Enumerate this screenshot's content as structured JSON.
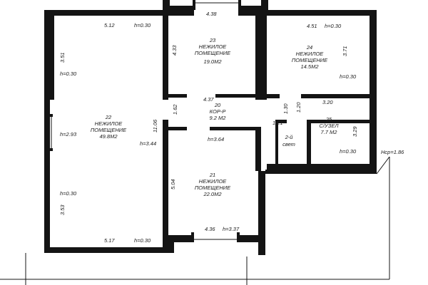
{
  "rooms": [
    {
      "number": "22",
      "name_1": "НЕЖИЛОЕ",
      "name_2": "ПОМЕЩЕНИЕ",
      "area": "49.8М2"
    },
    {
      "number": "23",
      "name_1": "НЕЖИЛОЕ",
      "name_2": "ПОМЕЩЕНИЕ",
      "area": "19.0М2"
    },
    {
      "number": "24",
      "name_1": "НЕЖИЛОЕ",
      "name_2": "ПОМЕЩЕНИЕ",
      "area": "14.5М2"
    },
    {
      "number": "20",
      "name_1": "КОР-Р",
      "area": "9.2 М2"
    },
    {
      "number": "25",
      "name_1": "С/УЗЕЛ",
      "area": "7.7 М2"
    },
    {
      "number": "21",
      "name_1": "НЕЖИЛОЕ",
      "name_2": "ПОМЕЩЕНИЕ",
      "area": "22.0М2"
    }
  ],
  "stair_label": {
    "line_1": "2-й",
    "line_2": "свет"
  },
  "dimensions": {
    "r22_top": "5.12",
    "r22_h_top": "h=0.30",
    "r22_left_top": "3.51",
    "r22_h_left": "h=0.30",
    "r22_h_window": "h=2.93",
    "r22_right": "11.06",
    "r22_h_right": "h=3.44",
    "r22_h_bottom_left": "h=0.30",
    "r22_left_bottom": "3.53",
    "r22_bottom": "5.17",
    "r22_h_bottom": "h=0.30",
    "r23_top": "4.38",
    "r23_left": "4.33",
    "r24_top": "4.51",
    "r24_h_top": "h=0.30",
    "r24_right": "3.71",
    "r24_h_right": "h=0.30",
    "cor_top": "4.37",
    "cor_left": "1.62",
    "cor_h": "h=3.64",
    "v_130": "1.30",
    "v_120": "1.20",
    "r25_top": "3.20",
    "r25_right": "3.29",
    "r25_h": "h=0.30",
    "stair_top": "1.21",
    "r21_left": "5.04",
    "r21_bottom": "4.36",
    "r21_h": "h=3.37",
    "outer_h": "Hср=1.86"
  }
}
